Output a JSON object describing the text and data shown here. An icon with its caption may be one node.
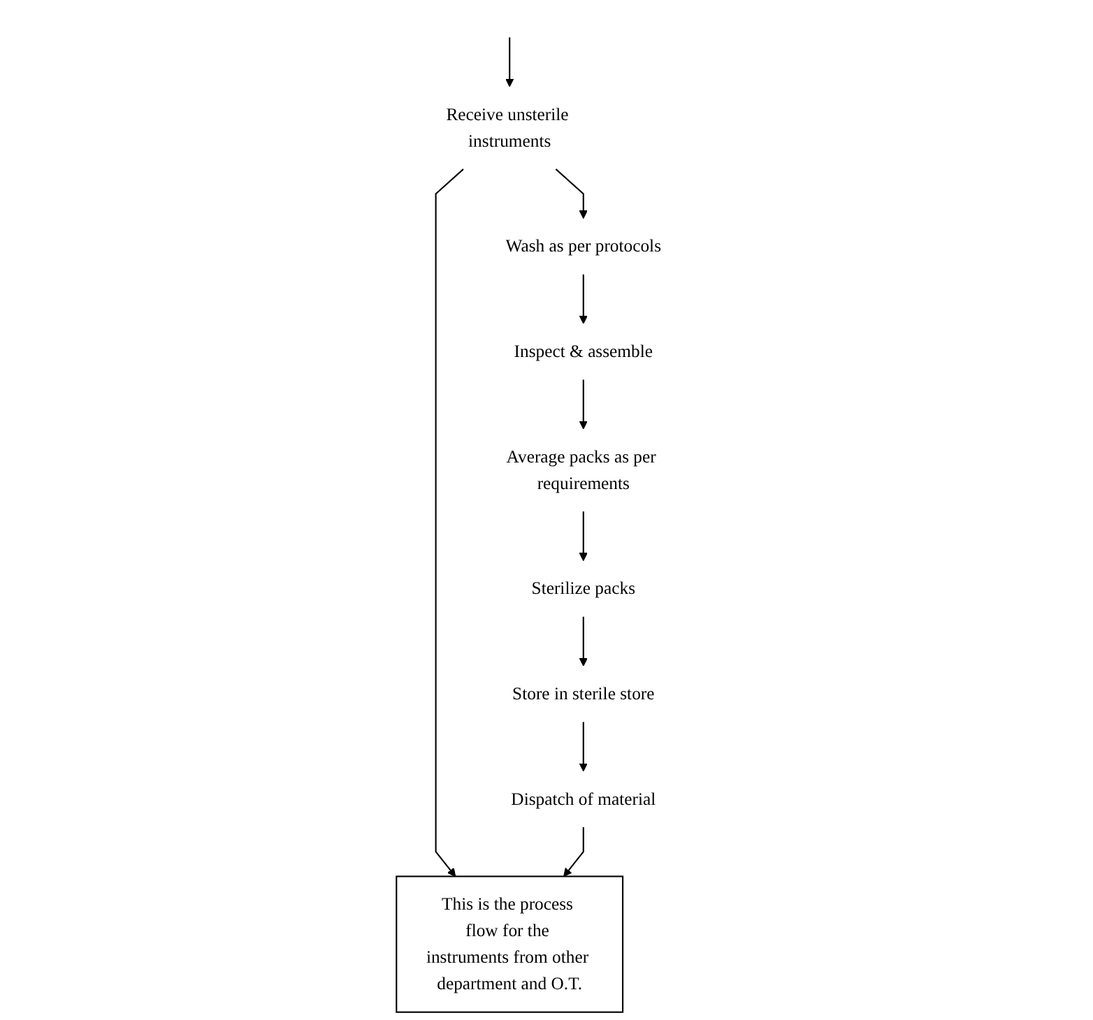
{
  "diagram": {
    "nodes": [
      {
        "text": [
          "Receive unsterile instruments"
        ]
      },
      {
        "text": [
          "Wash as per protocols"
        ]
      },
      {
        "text": [
          "Inspect & assemble"
        ]
      },
      {
        "text": [
          "Average packs as per requirements"
        ]
      },
      {
        "text": [
          "Sterilize packs"
        ]
      },
      {
        "text": [
          "Store in sterile store"
        ]
      },
      {
        "text": [
          "Dispatch of material"
        ]
      },
      {
        "text": [
          "This is the process flow for the instruments from other department and O.T."
        ]
      }
    ],
    "edges": [
      {
        "from": null,
        "to": 0,
        "arrow": "to"
      },
      {
        "from": 0,
        "to": 1,
        "arrow": "to"
      },
      {
        "from": 1,
        "to": 2,
        "arrow": "to"
      },
      {
        "from": 2,
        "to": 3,
        "arrow": "to"
      },
      {
        "from": 3,
        "to": 4,
        "arrow": "to"
      },
      {
        "from": 4,
        "to": 5,
        "arrow": "to"
      },
      {
        "from": 5,
        "to": 6,
        "arrow": "to"
      },
      {
        "from": 0,
        "to": 7,
        "arrow": "to"
      },
      {
        "from": 6,
        "to": 7,
        "arrow": "to"
      }
    ]
  }
}
